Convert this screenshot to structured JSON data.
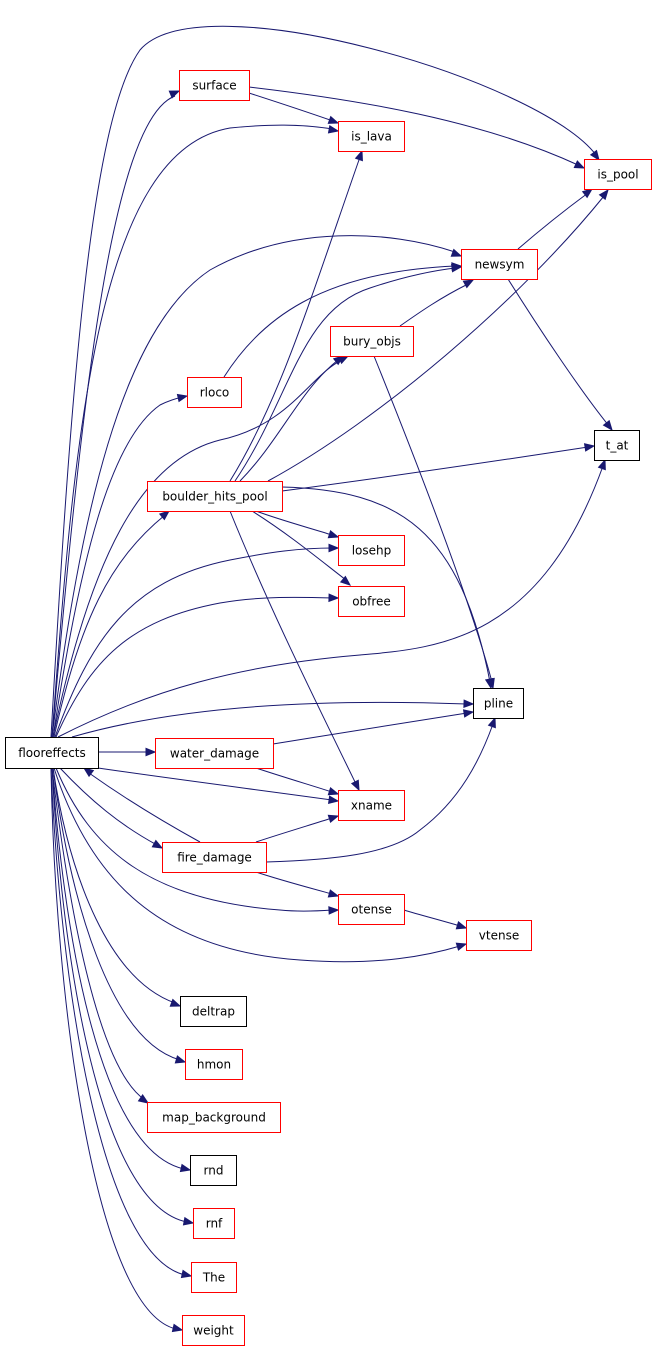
{
  "diagram": {
    "root": "flooreffects",
    "colors": {
      "edge": "#191970",
      "root_fill": "#bfbfbf",
      "root_border": "#000000",
      "documented_border": "#ff0000",
      "plain_border": "#000000"
    },
    "nodes": [
      {
        "id": "flooreffects",
        "label": "flooreffects",
        "style": "root"
      },
      {
        "id": "surface",
        "label": "surface",
        "style": "red"
      },
      {
        "id": "is_lava",
        "label": "is_lava",
        "style": "red"
      },
      {
        "id": "is_pool",
        "label": "is_pool",
        "style": "red"
      },
      {
        "id": "newsym",
        "label": "newsym",
        "style": "red"
      },
      {
        "id": "bury_objs",
        "label": "bury_objs",
        "style": "red"
      },
      {
        "id": "rloco",
        "label": "rloco",
        "style": "red"
      },
      {
        "id": "t_at",
        "label": "t_at",
        "style": "black"
      },
      {
        "id": "boulder_hits_pool",
        "label": "boulder_hits_pool",
        "style": "red"
      },
      {
        "id": "losehp",
        "label": "losehp",
        "style": "red"
      },
      {
        "id": "obfree",
        "label": "obfree",
        "style": "red"
      },
      {
        "id": "pline",
        "label": "pline",
        "style": "black"
      },
      {
        "id": "water_damage",
        "label": "water_damage",
        "style": "red"
      },
      {
        "id": "xname",
        "label": "xname",
        "style": "red"
      },
      {
        "id": "fire_damage",
        "label": "fire_damage",
        "style": "red"
      },
      {
        "id": "otense",
        "label": "otense",
        "style": "red"
      },
      {
        "id": "vtense",
        "label": "vtense",
        "style": "red"
      },
      {
        "id": "deltrap",
        "label": "deltrap",
        "style": "black"
      },
      {
        "id": "hmon",
        "label": "hmon",
        "style": "red"
      },
      {
        "id": "map_background",
        "label": "map_background",
        "style": "red"
      },
      {
        "id": "rnd",
        "label": "rnd",
        "style": "black"
      },
      {
        "id": "rnf",
        "label": "rnf",
        "style": "red"
      },
      {
        "id": "The",
        "label": "The",
        "style": "red"
      },
      {
        "id": "weight",
        "label": "weight",
        "style": "red"
      }
    ],
    "edges": [
      {
        "from": "flooreffects",
        "to": "surface"
      },
      {
        "from": "flooreffects",
        "to": "is_lava"
      },
      {
        "from": "flooreffects",
        "to": "is_pool"
      },
      {
        "from": "flooreffects",
        "to": "newsym"
      },
      {
        "from": "flooreffects",
        "to": "bury_objs"
      },
      {
        "from": "flooreffects",
        "to": "rloco"
      },
      {
        "from": "flooreffects",
        "to": "boulder_hits_pool"
      },
      {
        "from": "flooreffects",
        "to": "losehp"
      },
      {
        "from": "flooreffects",
        "to": "obfree"
      },
      {
        "from": "flooreffects",
        "to": "t_at"
      },
      {
        "from": "flooreffects",
        "to": "pline"
      },
      {
        "from": "flooreffects",
        "to": "water_damage"
      },
      {
        "from": "flooreffects",
        "to": "xname"
      },
      {
        "from": "flooreffects",
        "to": "fire_damage"
      },
      {
        "from": "flooreffects",
        "to": "otense"
      },
      {
        "from": "flooreffects",
        "to": "vtense"
      },
      {
        "from": "flooreffects",
        "to": "deltrap"
      },
      {
        "from": "flooreffects",
        "to": "hmon"
      },
      {
        "from": "flooreffects",
        "to": "map_background"
      },
      {
        "from": "flooreffects",
        "to": "rnd"
      },
      {
        "from": "flooreffects",
        "to": "rnf"
      },
      {
        "from": "flooreffects",
        "to": "The"
      },
      {
        "from": "flooreffects",
        "to": "weight"
      },
      {
        "from": "surface",
        "to": "is_lava"
      },
      {
        "from": "surface",
        "to": "is_pool"
      },
      {
        "from": "newsym",
        "to": "is_pool"
      },
      {
        "from": "newsym",
        "to": "t_at"
      },
      {
        "from": "bury_objs",
        "to": "newsym"
      },
      {
        "from": "bury_objs",
        "to": "pline"
      },
      {
        "from": "rloco",
        "to": "newsym"
      },
      {
        "from": "boulder_hits_pool",
        "to": "is_lava"
      },
      {
        "from": "boulder_hits_pool",
        "to": "is_pool"
      },
      {
        "from": "boulder_hits_pool",
        "to": "newsym"
      },
      {
        "from": "boulder_hits_pool",
        "to": "bury_objs"
      },
      {
        "from": "boulder_hits_pool",
        "to": "t_at"
      },
      {
        "from": "boulder_hits_pool",
        "to": "losehp"
      },
      {
        "from": "boulder_hits_pool",
        "to": "obfree"
      },
      {
        "from": "boulder_hits_pool",
        "to": "pline"
      },
      {
        "from": "boulder_hits_pool",
        "to": "xname"
      },
      {
        "from": "water_damage",
        "to": "pline"
      },
      {
        "from": "water_damage",
        "to": "xname"
      },
      {
        "from": "fire_damage",
        "to": "flooreffects"
      },
      {
        "from": "fire_damage",
        "to": "xname"
      },
      {
        "from": "fire_damage",
        "to": "pline"
      },
      {
        "from": "fire_damage",
        "to": "otense"
      },
      {
        "from": "otense",
        "to": "vtense"
      }
    ]
  }
}
